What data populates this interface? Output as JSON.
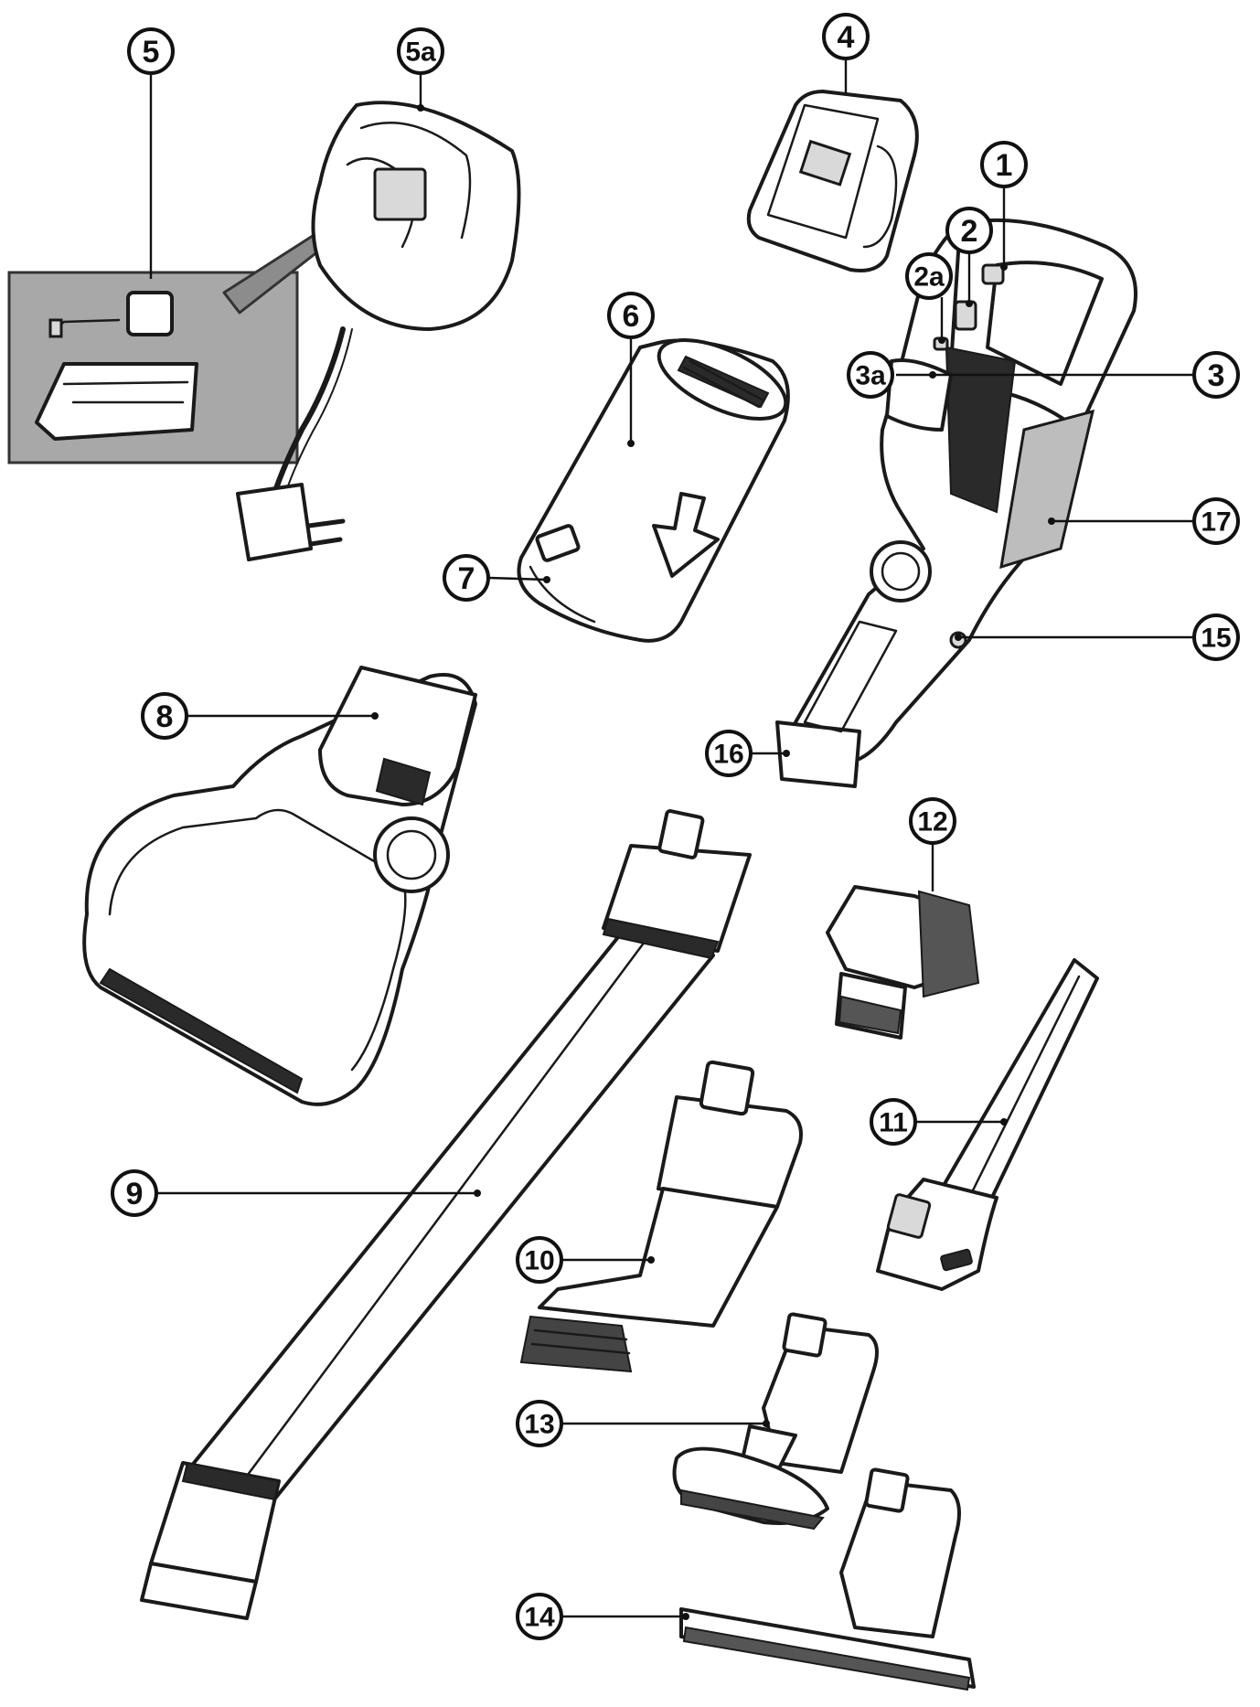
{
  "diagram": {
    "callouts": [
      {
        "id": "1",
        "label": "1"
      },
      {
        "id": "2",
        "label": "2"
      },
      {
        "id": "2a",
        "label": "2a"
      },
      {
        "id": "3",
        "label": "3"
      },
      {
        "id": "3a",
        "label": "3a"
      },
      {
        "id": "4",
        "label": "4"
      },
      {
        "id": "5",
        "label": "5"
      },
      {
        "id": "5a",
        "label": "5a"
      },
      {
        "id": "6",
        "label": "6"
      },
      {
        "id": "7",
        "label": "7"
      },
      {
        "id": "8",
        "label": "8"
      },
      {
        "id": "9",
        "label": "9"
      },
      {
        "id": "10",
        "label": "10"
      },
      {
        "id": "11",
        "label": "11"
      },
      {
        "id": "12",
        "label": "12"
      },
      {
        "id": "13",
        "label": "13"
      },
      {
        "id": "14",
        "label": "14"
      },
      {
        "id": "15",
        "label": "15"
      },
      {
        "id": "16",
        "label": "16"
      },
      {
        "id": "17",
        "label": "17"
      }
    ]
  }
}
